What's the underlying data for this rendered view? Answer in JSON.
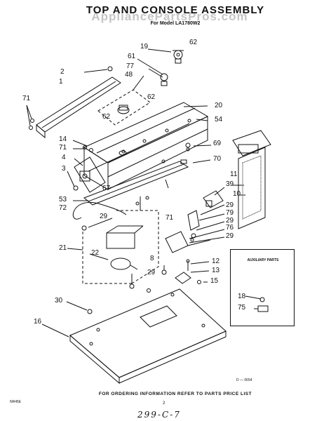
{
  "header": {
    "title": "TOP AND CONSOLE ASSEMBLY",
    "watermark": "AppliancePartsPros.com",
    "model": "For Model LA1780W2"
  },
  "aux_box": {
    "title": "AUXILIARY PARTS"
  },
  "footer": {
    "ordering_note": "FOR ORDERING INFORMATION REFER TO PARTS PRICE LIST",
    "left_code": "NR45E",
    "page_number": "2",
    "handwritten": "299-C-7",
    "drawing_ref": "D — 0654"
  },
  "callouts": {
    "c2": "2",
    "c71a": "71",
    "c1": "1",
    "c19": "19",
    "c62a": "62",
    "c61": "61",
    "c77": "77",
    "c48": "48",
    "c62b": "62",
    "c62c": "62",
    "c20": "20",
    "c54": "54",
    "c14": "14",
    "c71b": "71",
    "c4": "4",
    "c3": "3",
    "c69": "69",
    "c70": "70",
    "c11": "11",
    "c39": "39",
    "c10": "10",
    "c53": "53",
    "c72": "72",
    "c67": "67",
    "c71c": "71",
    "c29a": "29",
    "c29b": "29",
    "c79": "79",
    "c29c": "29",
    "c76": "76",
    "c29d": "29",
    "c21": "21",
    "c22": "22",
    "c8": "8",
    "c29e": "29",
    "c12": "12",
    "c13": "13",
    "c15": "15",
    "c18": "18",
    "c75": "75",
    "c30": "30",
    "c16": "16"
  }
}
